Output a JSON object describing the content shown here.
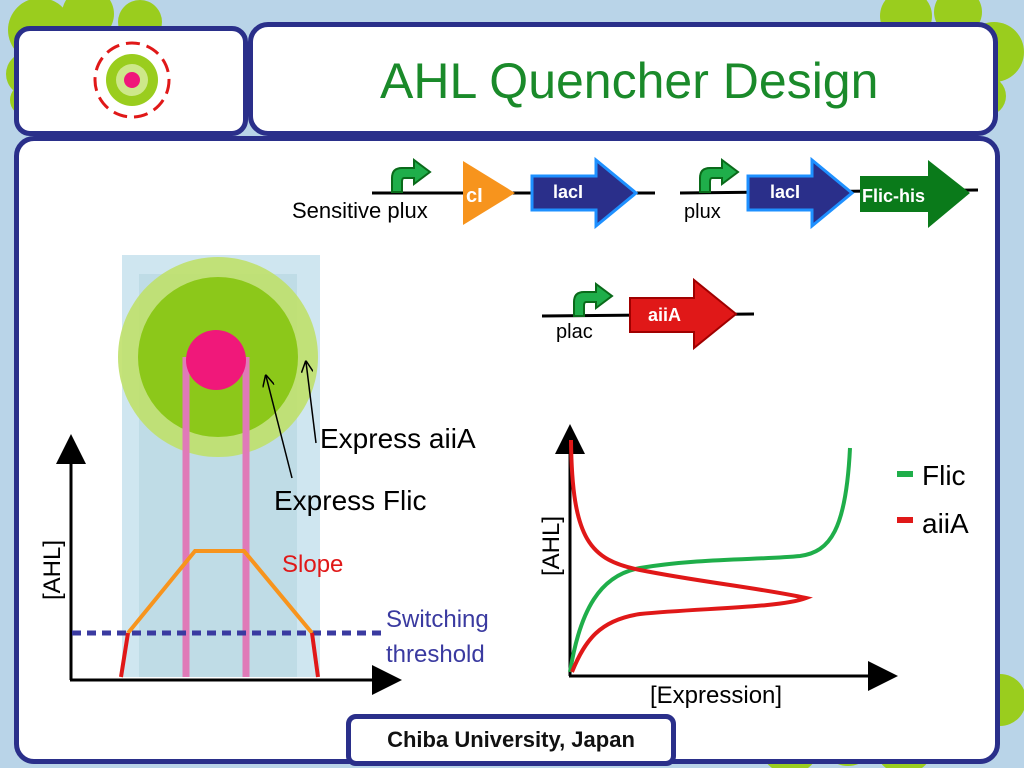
{
  "title": "AHL Quencher Design",
  "footer": "Chiba University, Japan",
  "constructs": {
    "a": {
      "promoter": "Sensitive plux",
      "gene1": "cI",
      "gene2": "lacI"
    },
    "b": {
      "promoter": "plux",
      "gene1": "lacI",
      "gene2": "Flic-his"
    },
    "c": {
      "promoter": "plac",
      "gene1": "aiiA"
    }
  },
  "left_diagram": {
    "express_aiia": "Express aiiA",
    "express_flic": "Express Flic",
    "ylabel": "[AHL]",
    "slope": "Slope",
    "threshold_line1": "Switching",
    "threshold_line2": "threshold"
  },
  "right_chart": {
    "ylabel": "[AHL]",
    "xlabel": "[Expression]",
    "legend_flic": "Flic",
    "legend_aiia": "aiiA"
  },
  "colors": {
    "title_green": "#1a8a2a",
    "border_navy": "#2a2f8a",
    "blob_green": "#9acd1e",
    "flic_green": "#1fae4a",
    "aiia_red": "#e01818",
    "orange": "#f7941d",
    "pink": "#e07ab8",
    "magenta": "#f0187a",
    "threshold_blue": "#3a3aa0",
    "arrow_blue": "#2a2f8a",
    "arrow_blue_outline": "#1e90ff"
  }
}
